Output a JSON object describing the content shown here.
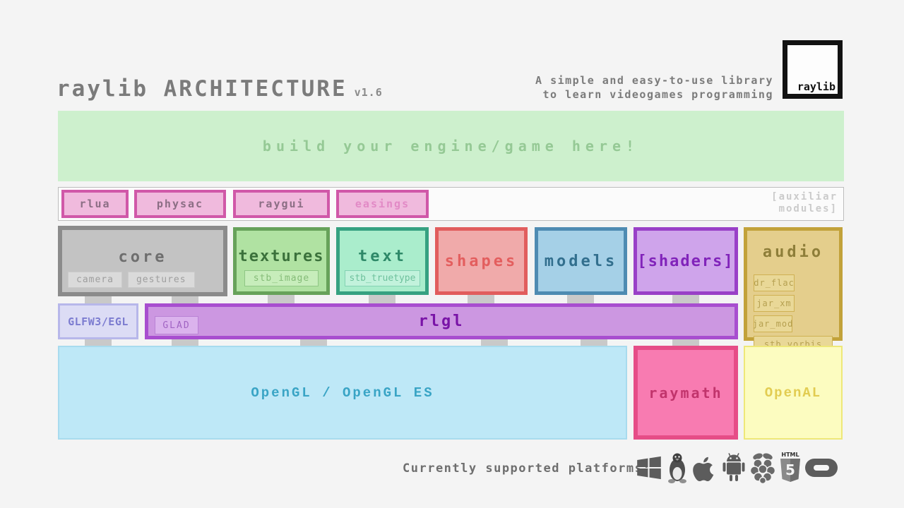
{
  "page": {
    "background": "#f4f4f4"
  },
  "header": {
    "title": "raylib ARCHITECTURE",
    "version": "v1.6",
    "tagline_line1": "A simple and easy-to-use library",
    "tagline_line2": "to learn videogames programming",
    "logo_text": "raylib"
  },
  "build_box": {
    "label": "build your engine/game here!",
    "fill": "#cdf0cd",
    "text_color": "#95c995"
  },
  "aux": {
    "container_label_line1": "[auxiliar",
    "container_label_line2": "modules]",
    "accent": "#d058a8",
    "fill": "#f0badd",
    "items": [
      {
        "label": "rlua"
      },
      {
        "label": "physac"
      },
      {
        "label": "raygui"
      },
      {
        "label": "easings"
      }
    ]
  },
  "modules": [
    {
      "label": "core",
      "fill": "#c3c3c3",
      "border": "#8b8b8b",
      "sublibs": [
        "camera",
        "gestures"
      ]
    },
    {
      "label": "textures",
      "fill": "#b0e2a2",
      "border": "#67a25a",
      "sublibs": [
        "stb_image"
      ]
    },
    {
      "label": "text",
      "fill": "#aaedcc",
      "border": "#36a181",
      "sublibs": [
        "stb_truetype"
      ]
    },
    {
      "label": "shapes",
      "fill": "#f0aaaa",
      "border": "#e15d5d",
      "sublibs": []
    },
    {
      "label": "models",
      "fill": "#a5d0e7",
      "border": "#4e8bb2",
      "sublibs": []
    },
    {
      "label": "[shaders]",
      "fill": "#cfa4eb",
      "border": "#9940c7",
      "sublibs": []
    },
    {
      "label": "audio",
      "fill": "#e4ce8c",
      "border": "#c2a23a",
      "sublibs": [
        "dr_flac",
        "jar_xm",
        "jar_mod",
        "stb_vorbis"
      ]
    }
  ],
  "mid_layer": {
    "glfw_label": "GLFW3/EGL",
    "rlgl_label": "rlgl",
    "glad_label": "GLAD"
  },
  "base_layer": {
    "opengl_label": "OpenGL / OpenGL ES",
    "raymath_label": "raymath",
    "openal_label": "OpenAL"
  },
  "platforms": {
    "label": "Currently supported platforms:",
    "icons": [
      "windows",
      "linux",
      "apple",
      "android",
      "raspberry-pi",
      "html5",
      "oculus"
    ]
  }
}
